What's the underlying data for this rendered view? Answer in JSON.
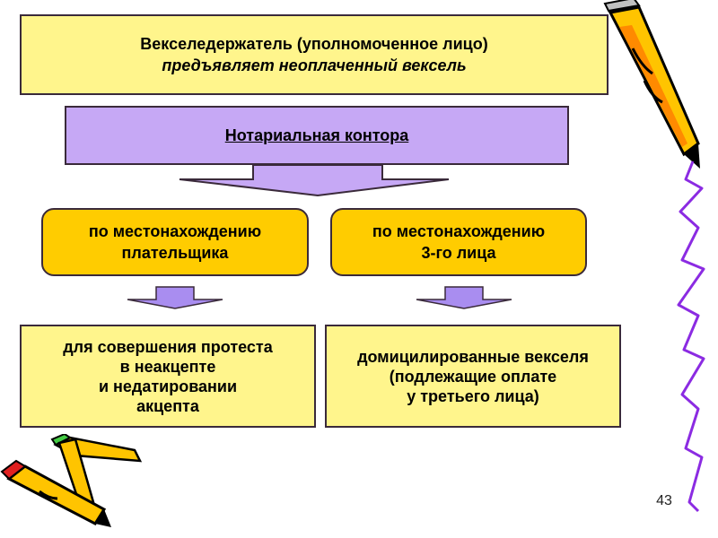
{
  "top": {
    "line1": "Векселедержатель  (уполномоченное  лицо)",
    "line2": "предъявляет  неоплаченный  вексель"
  },
  "notary": {
    "label": "Нотариальная  контора"
  },
  "pills": [
    {
      "line1": "по местонахождению",
      "line2": "плательщика"
    },
    {
      "line1": "по местонахождению",
      "line2": "3-го лица"
    }
  ],
  "bottom": [
    {
      "lines": [
        "для совершения протеста",
        "в неакцепте",
        "и недатировании",
        "акцепта"
      ]
    },
    {
      "lines": [
        "домицилированные векселя",
        "(подлежащие оплате",
        "у третьего лица)"
      ]
    }
  ],
  "page_number": "43",
  "colors": {
    "yellow_box": "#fff58c",
    "pill": "#ffcc00",
    "notary": "#c6a8f5",
    "arrow": "#a98df0",
    "squiggle": "#8b2be2"
  }
}
